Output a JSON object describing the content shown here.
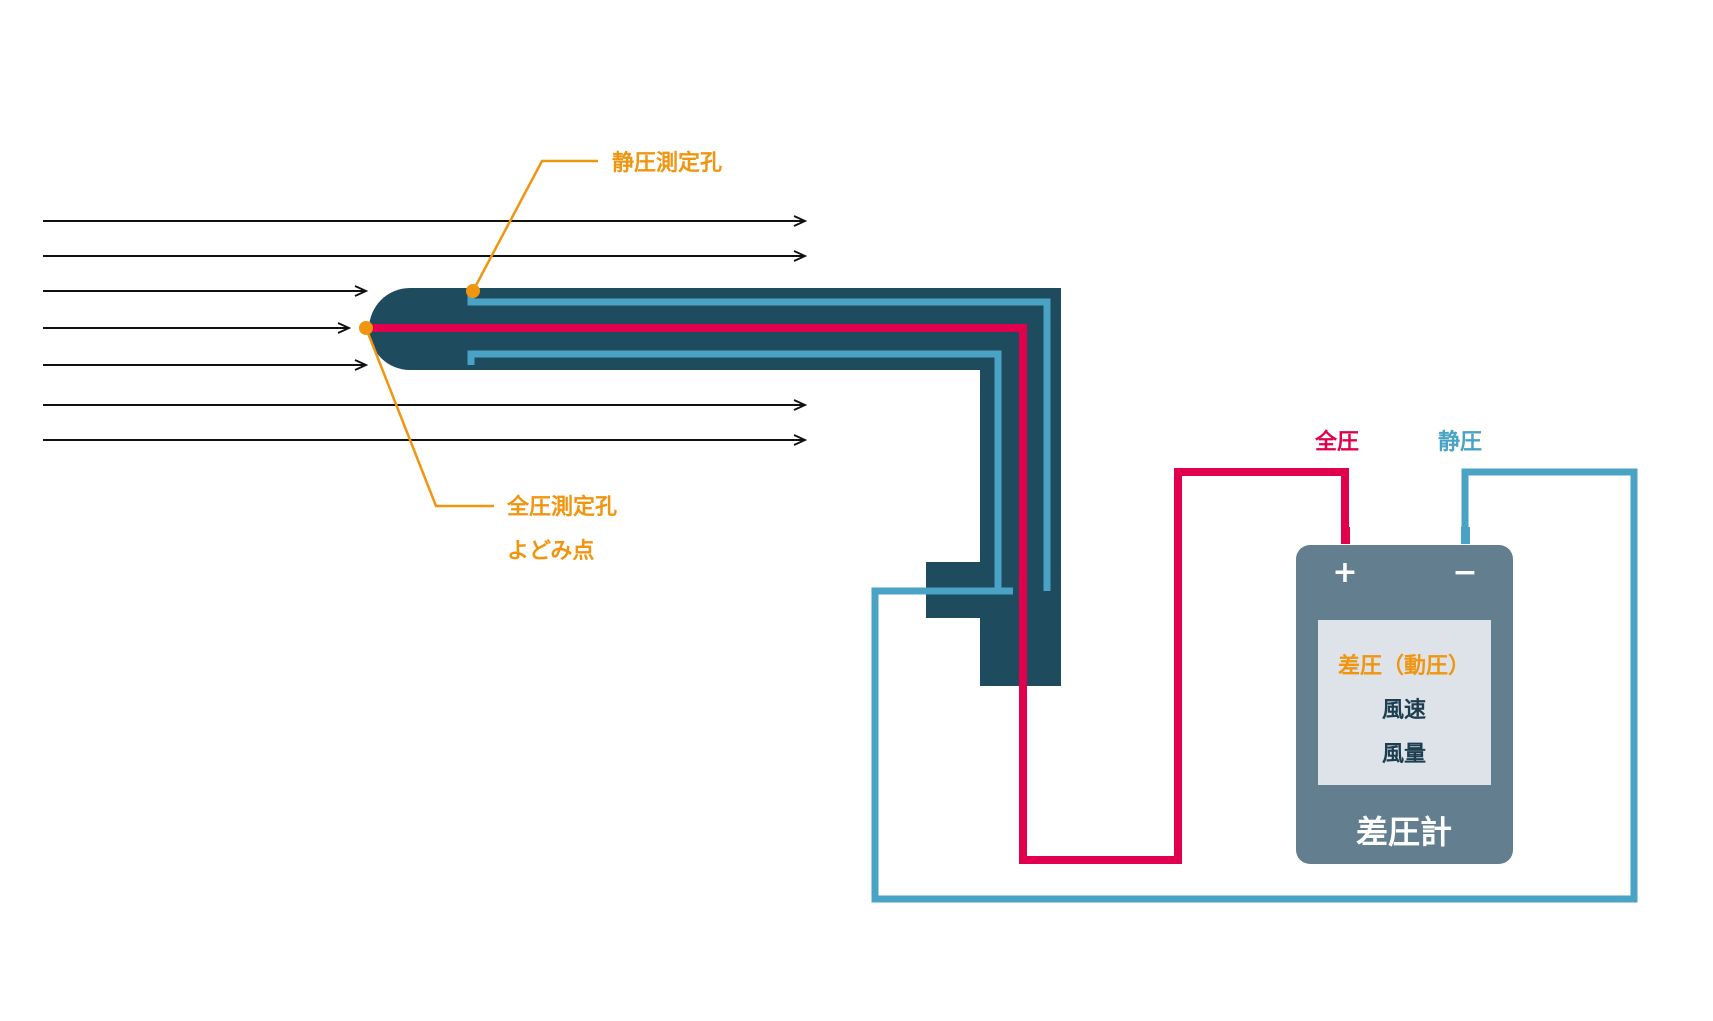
{
  "labels": {
    "static_hole": "静圧測定孔",
    "total_hole": "全圧測定孔",
    "stagnation": "よどみ点",
    "total_pressure": "全圧",
    "static_pressure": "静圧",
    "plus": "+",
    "minus": "−"
  },
  "meter": {
    "readouts": [
      "差圧（動圧）",
      "風速",
      "風量"
    ],
    "name": "差圧計"
  },
  "colors": {
    "pipe": "#1f4b5e",
    "total_line": "#e0004e",
    "static_line": "#4aa3c4",
    "meter_body": "#637f8f",
    "meter_screen": "#dde3e8",
    "callout": "#f0950f",
    "flow_arrow": "#111111"
  }
}
